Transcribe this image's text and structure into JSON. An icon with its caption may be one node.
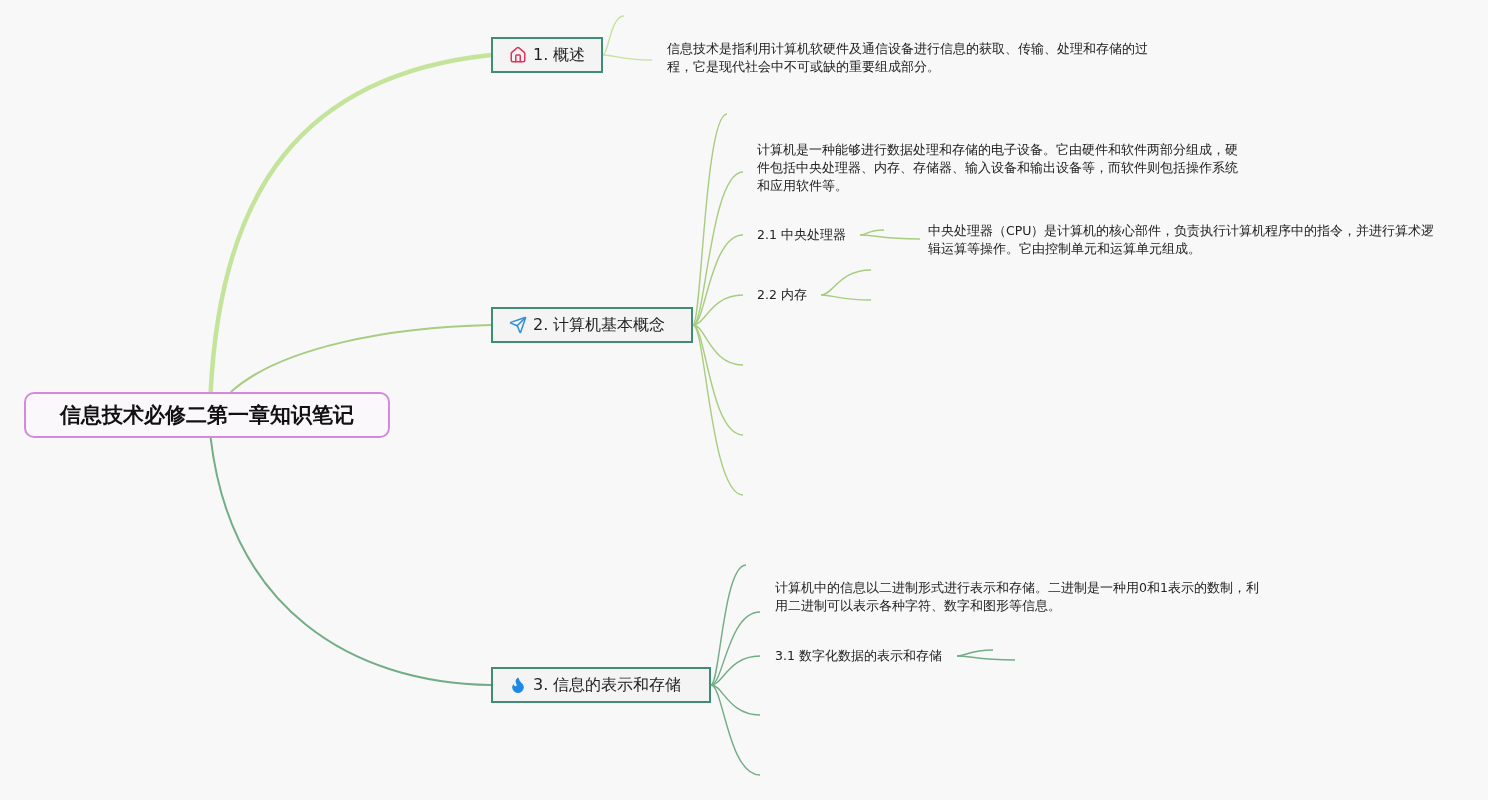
{
  "diagram": {
    "nodes": [
      {
        "text": [
          "信息技术必修二第一章知识笔记"
        ]
      },
      {
        "text": [
          "1. 概述"
        ]
      },
      {
        "text": [
          "信息技术是指利用计算机软硬件及通信设备进行信息的获取、传输、处理和存储的过程，它是现代社会中不可或缺的重要组成部分。"
        ]
      },
      {
        "text": [
          "2. 计算机基本概念"
        ]
      },
      {
        "text": [
          "计算机是一种能够进行数据处理和存储的电子设备。它由硬件和软件两部分组成，硬件包括中央处理器、内存、存储器、输入设备和输出设备等，而软件则包括操作系统和应用软件等。"
        ]
      },
      {
        "text": [
          "2.1 中央处理器"
        ]
      },
      {
        "text": [
          "中央处理器（CPU）是计算机的核心部件，负责执行计算机程序中的指令，并进行算术逻辑运算等操作。它由控制单元和运算单元组成。"
        ]
      },
      {
        "text": [
          "2.2 内存"
        ]
      },
      {
        "text": [
          "3. 信息的表示和存储"
        ]
      },
      {
        "text": [
          "计算机中的信息以二进制形式进行表示和存储。二进制是一种用0和1表示的数制，利用二进制可以表示各种字符、数字和图形等信息。"
        ]
      },
      {
        "text": [
          "3.1 数字化数据的表示和存储"
        ]
      }
    ],
    "edges": [
      {
        "from": 0,
        "to": 1,
        "arrow": "none",
        "style": "thick",
        "color": "#c5e49b"
      },
      {
        "from": 0,
        "to": 3,
        "arrow": "none"
      },
      {
        "from": 0,
        "to": 8,
        "arrow": "none",
        "color": "#72ad86"
      },
      {
        "from": 1,
        "to": null,
        "arrow": "none",
        "color": "#c5e49b"
      },
      {
        "from": 1,
        "to": 2,
        "arrow": "none",
        "color": "#c5e49b"
      },
      {
        "from": 3,
        "to": null,
        "arrow": "none"
      },
      {
        "from": 3,
        "to": 4,
        "arrow": "none"
      },
      {
        "from": 3,
        "to": 5,
        "arrow": "none"
      },
      {
        "from": 3,
        "to": 7,
        "arrow": "none"
      },
      {
        "from": 3,
        "to": null,
        "arrow": "none"
      },
      {
        "from": 3,
        "to": null,
        "arrow": "none"
      },
      {
        "from": 3,
        "to": null,
        "arrow": "none"
      },
      {
        "from": 5,
        "to": null,
        "arrow": "none"
      },
      {
        "from": 5,
        "to": 6,
        "arrow": "none"
      },
      {
        "from": 7,
        "to": null,
        "arrow": "none"
      },
      {
        "from": 7,
        "to": null,
        "arrow": "none"
      },
      {
        "from": 8,
        "to": null,
        "arrow": "none",
        "color": "#72ad86"
      },
      {
        "from": 8,
        "to": 9,
        "arrow": "none",
        "color": "#72ad86"
      },
      {
        "from": 8,
        "to": 10,
        "arrow": "none",
        "color": "#72ad86"
      },
      {
        "from": 8,
        "to": null,
        "arrow": "none",
        "color": "#72ad86"
      },
      {
        "from": 8,
        "to": null,
        "arrow": "none",
        "color": "#72ad86"
      },
      {
        "from": 10,
        "to": null,
        "arrow": "none",
        "color": "#72ad86"
      },
      {
        "from": 10,
        "to": null,
        "arrow": "none",
        "color": "#72ad86"
      }
    ]
  }
}
